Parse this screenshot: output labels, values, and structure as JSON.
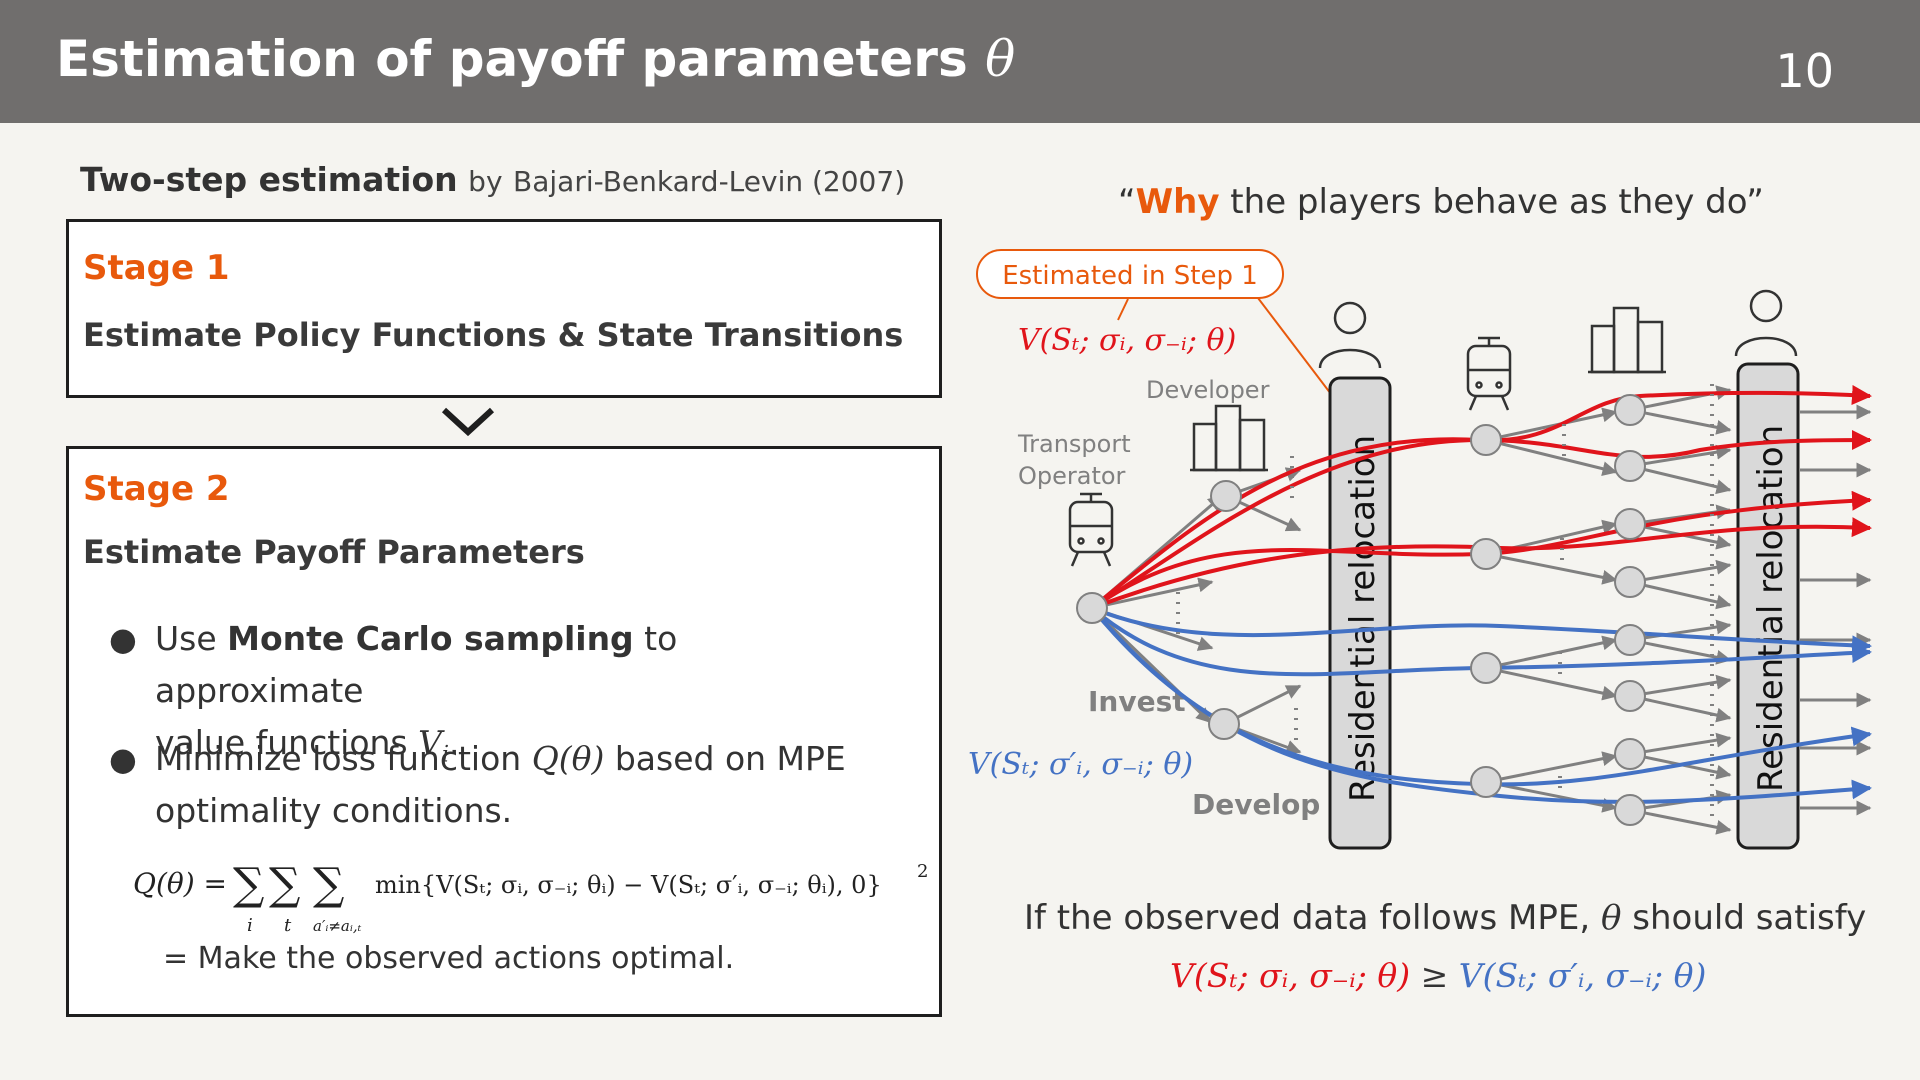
{
  "header": {
    "title": "Estimation of payoff parameters",
    "title_symbol": "θ",
    "page_number": "10"
  },
  "intro": {
    "bold": "Two-step estimation",
    "by": "by",
    "citation": "Bajari-Benkard-Levin (2007)"
  },
  "stage1": {
    "label": "Stage 1",
    "description": "Estimate Policy Functions & State Transitions"
  },
  "stage2": {
    "label": "Stage 2",
    "description": "Estimate Payoff Parameters",
    "bullet1": {
      "prefix": "Use ",
      "bold": "Monte Carlo sampling",
      "suffix": " to approximate",
      "line2": "value functions ",
      "var": "V",
      "sub": "i",
      "end": "."
    },
    "bullet2": {
      "prefix": "Minimize loss function ",
      "var": "Q(θ)",
      "suffix": " based on MPE",
      "line2": "optimality conditions."
    },
    "formula": {
      "lhs": "Q(θ) = ",
      "sub_i": "i",
      "sub_t": "t",
      "sub_a": "a′ᵢ≠aᵢ,ₜ",
      "body": "min{V(Sₜ; σᵢ, σ₋ᵢ; θᵢ) − V(Sₜ; σ′ᵢ, σ₋ᵢ; θᵢ), 0}",
      "sup": "2"
    },
    "note": "= Make the observed actions optimal."
  },
  "diagram": {
    "why_open": "“",
    "why_word": "Why",
    "why_rest": " the players behave as they do”",
    "callout": "Estimated in Step 1",
    "red_value": "V(Sₜ; σᵢ, σ₋ᵢ; θ)",
    "blue_value": "V(Sₜ; σ′ᵢ, σ₋ᵢ; θ)",
    "developer_label": "Developer",
    "transport_label_1": "Transport",
    "transport_label_2": "Operator",
    "invest_label": "Invest",
    "develop_label": "Develop",
    "relocation_label_1": "Residential relocation",
    "relocation_label_2": "Residential relocation",
    "colors": {
      "red": "#e0141b",
      "blue": "#4472c4",
      "gray": "#808080",
      "orange": "#e8590c"
    }
  },
  "conclusion": {
    "line1_prefix": "If the observed data follows MPE, ",
    "line1_symbol": "θ",
    "line1_suffix": " should satisfy",
    "lhs": "V(Sₜ; σᵢ, σ₋ᵢ; θ)",
    "op": " ≥ ",
    "rhs": "V(Sₜ; σ′ᵢ, σ₋ᵢ; θ)"
  }
}
